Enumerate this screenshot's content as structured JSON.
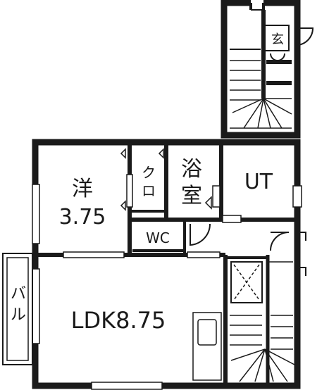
{
  "rooms": {
    "genkan": "玄",
    "western_kanji": "洋",
    "western_size": "3.75",
    "closet_1": "ク",
    "closet_2": "ロ",
    "bath_1": "浴",
    "bath_2": "室",
    "ut": "UT",
    "wc": "WC",
    "balcony_1": "バ",
    "balcony_2": "ル",
    "ldk": "LDK8.75"
  },
  "colors": {
    "wall": "#1a1a1a",
    "background": "#ffffff"
  }
}
